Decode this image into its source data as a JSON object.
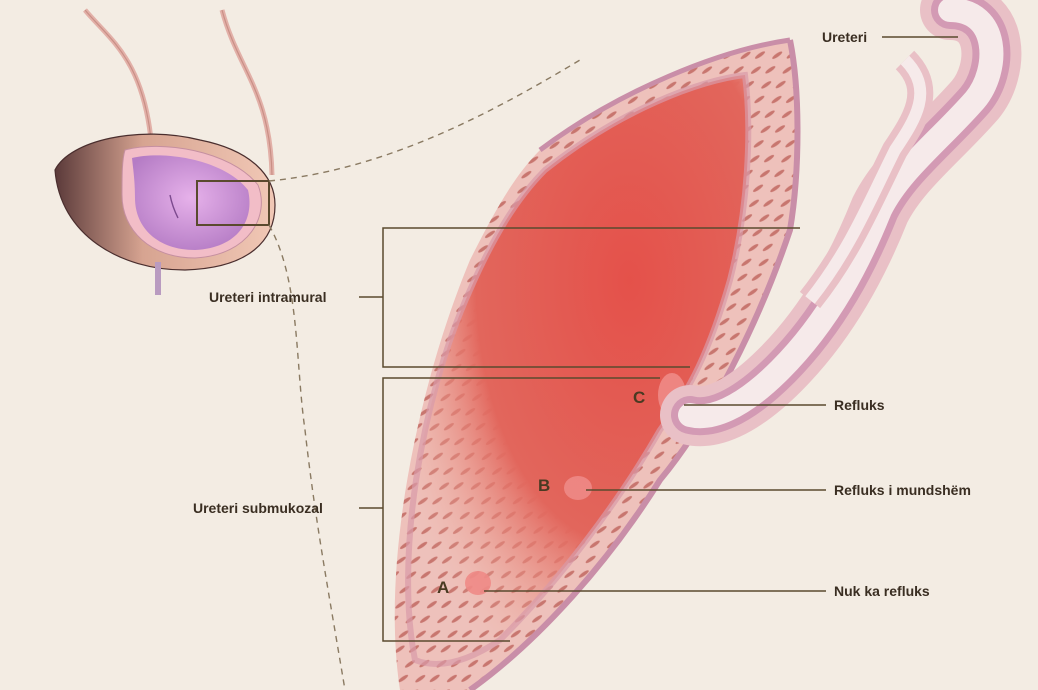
{
  "labels": {
    "ureteri": "Ureteri",
    "intramural": "Ureteri intramural",
    "submukozal": "Ureteri submukozal",
    "refluks": "Refluks",
    "refluks_mundshem": "Refluks i mundshëm",
    "nuk_ka_refluks": "Nuk ka refluks"
  },
  "markers": {
    "a": "A",
    "b": "B",
    "c": "C"
  },
  "colors": {
    "background": "#f3ece3",
    "bladder_lumen": "#e0544c",
    "bladder_wall": "#e8b4b0",
    "ureter_wall": "#d9a3b8",
    "bracket_line": "#5a4a2e",
    "mucosa_purple": "#c98bd0"
  }
}
